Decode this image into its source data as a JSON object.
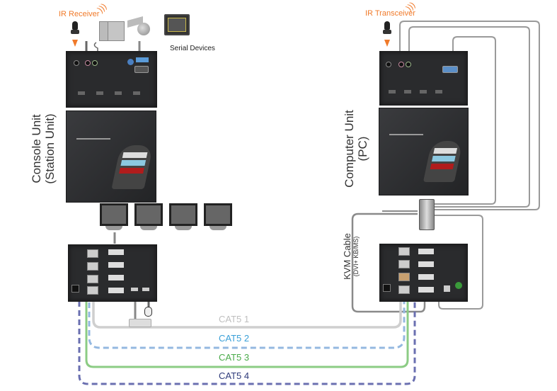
{
  "labels": {
    "ir_receiver": "IR Receiver",
    "ir_transceiver": "IR Transceiver",
    "serial_devices": "Serial Devices",
    "console_unit_line1": "Console Unit",
    "console_unit_line2": "(Station Unit)",
    "computer_unit_line1": "Computer Unit",
    "computer_unit_line2": "(PC)",
    "kvm_cable_line1": "KVM Cable",
    "kvm_cable_line2": "(DVI+ KB/MS)"
  },
  "cables": [
    {
      "label": "CAT5 1",
      "color": "#bfbfbf",
      "style": "solid"
    },
    {
      "label": "CAT5 2",
      "color": "#3aa0d8",
      "style": "dashed",
      "line_color": "#94b8e0"
    },
    {
      "label": "CAT5 3",
      "color": "#4aab4a",
      "style": "solid",
      "line_color": "#8ccc84"
    },
    {
      "label": "CAT5 4",
      "color": "#2e3a7a",
      "style": "dashed",
      "line_color": "#6a6fb0"
    }
  ],
  "colors": {
    "accent_orange": "#f07a2a",
    "device_dark": "#2a2b2d",
    "cable_gray": "#8a8a8a"
  },
  "devices": {
    "monitors": 4,
    "rj45_ports": 4,
    "dvi_ports": 4,
    "led_labels": 4
  }
}
